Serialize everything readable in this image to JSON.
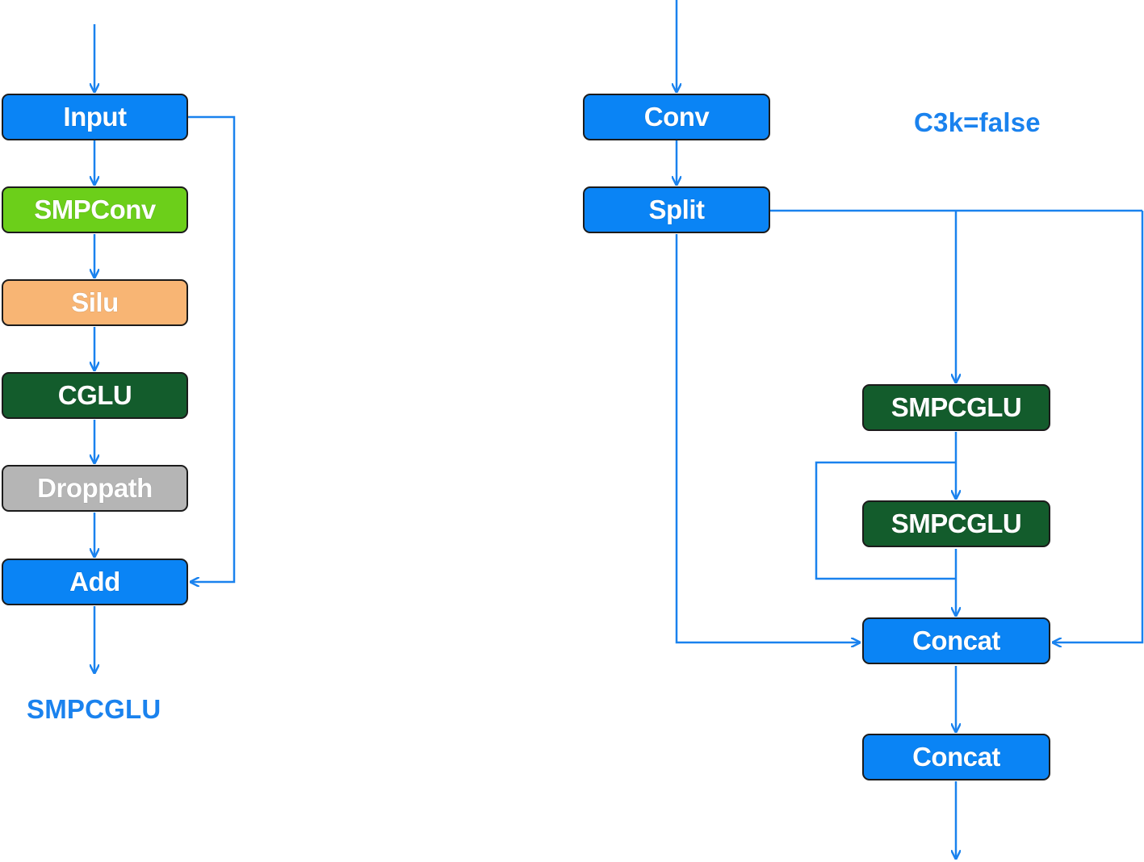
{
  "left_block": {
    "nodes": [
      {
        "id": "input",
        "label": "Input",
        "color": "#0a84f5"
      },
      {
        "id": "smpconv",
        "label": "SMPConv",
        "color": "#6ccf1a"
      },
      {
        "id": "silu",
        "label": "Silu",
        "color": "#f8b574"
      },
      {
        "id": "cglu",
        "label": "CGLU",
        "color": "#135c2c"
      },
      {
        "id": "droppath",
        "label": "Droppath",
        "color": "#b5b5b5"
      },
      {
        "id": "add",
        "label": "Add",
        "color": "#0a84f5"
      }
    ],
    "caption": "SMPCGLU"
  },
  "right_block": {
    "nodes": [
      {
        "id": "conv",
        "label": "Conv",
        "color": "#0a84f5"
      },
      {
        "id": "split",
        "label": "Split",
        "color": "#0a84f5"
      },
      {
        "id": "smpcglu1",
        "label": "SMPCGLU",
        "color": "#135c2c"
      },
      {
        "id": "smpcglu2",
        "label": "SMPCGLU",
        "color": "#135c2c"
      },
      {
        "id": "concat1",
        "label": "Concat",
        "color": "#0a84f5"
      },
      {
        "id": "concat2",
        "label": "Concat",
        "color": "#0a84f5"
      }
    ],
    "caption": "C3k=false"
  },
  "edge_color": "#1a82ee"
}
